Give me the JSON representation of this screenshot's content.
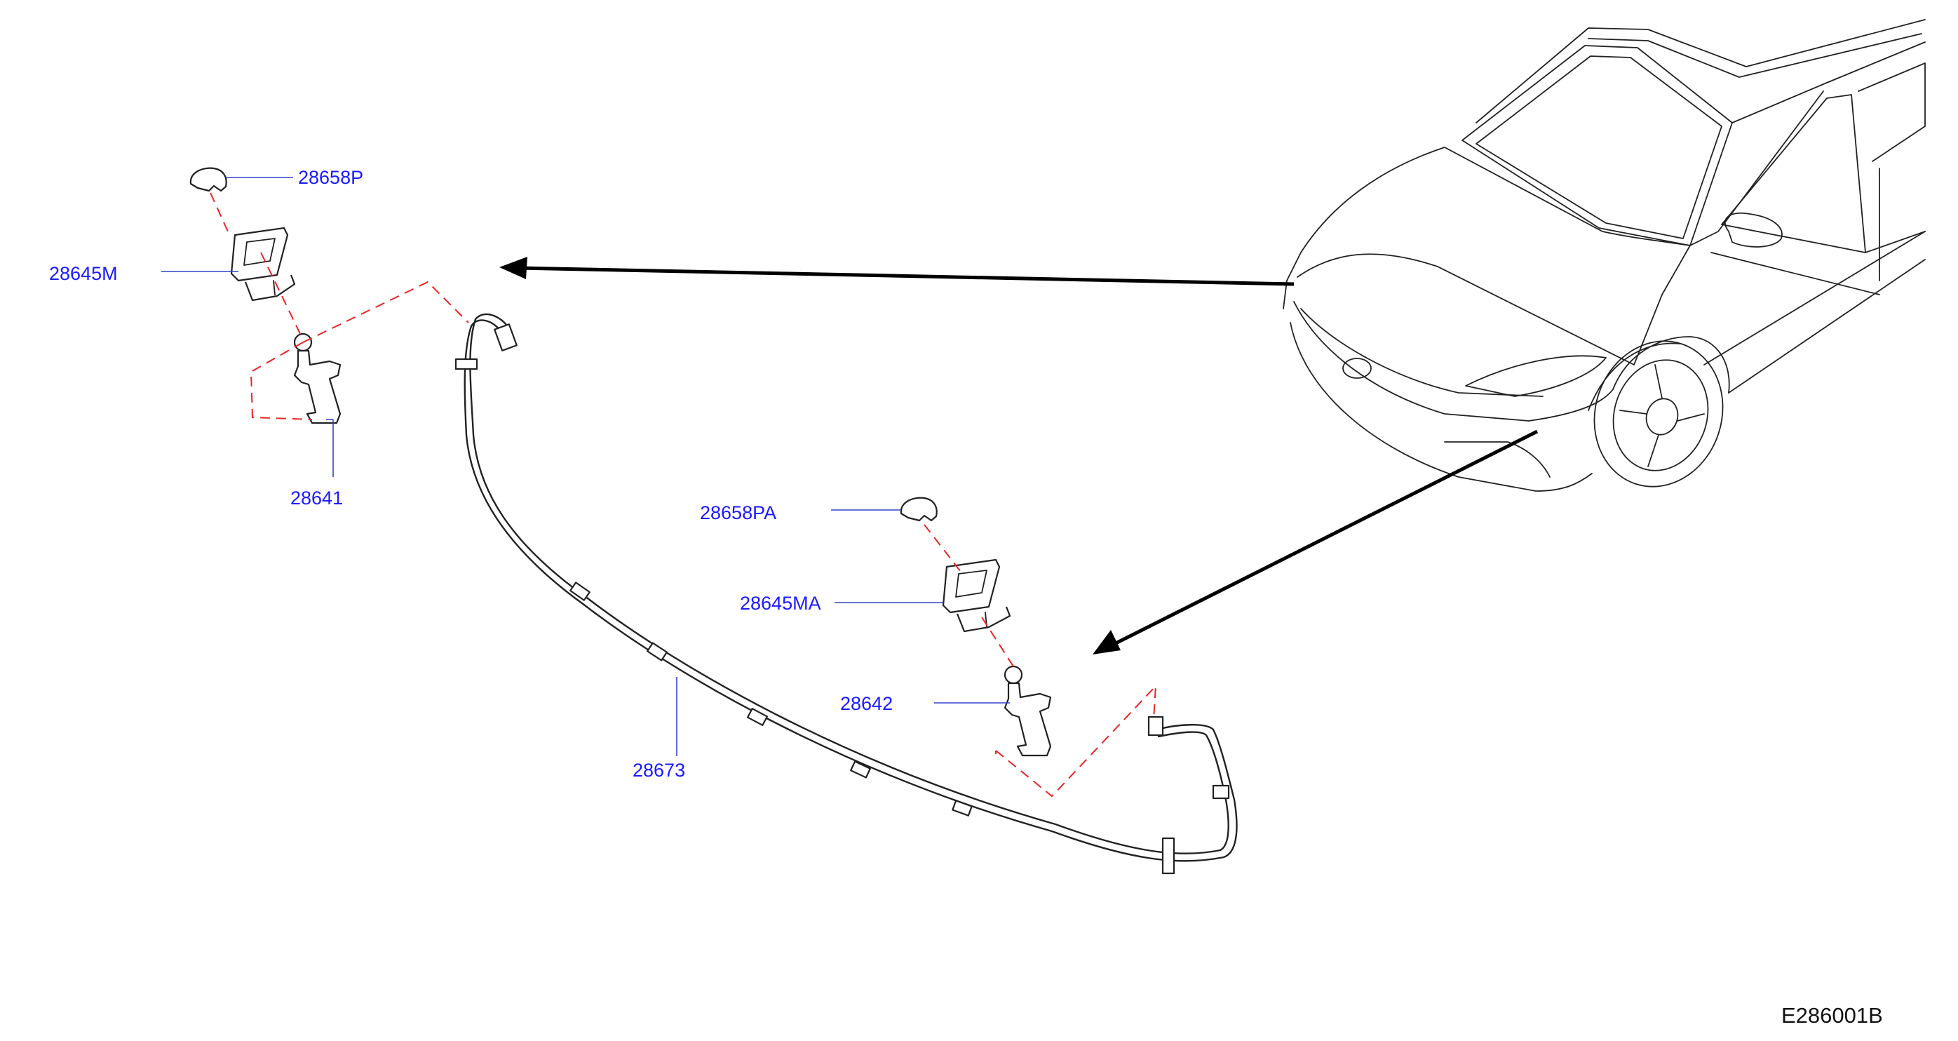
{
  "diagram_id": "E286001B",
  "parts": [
    {
      "number": "28658P"
    },
    {
      "number": "28645M"
    },
    {
      "number": "28641"
    },
    {
      "number": "28658PA"
    },
    {
      "number": "28645MA"
    },
    {
      "number": "28642"
    },
    {
      "number": "28673"
    }
  ],
  "colors": {
    "label": "#1a1aff",
    "leader": "#3344cc",
    "assembly_line": "#ee2222",
    "outline": "#222222"
  }
}
